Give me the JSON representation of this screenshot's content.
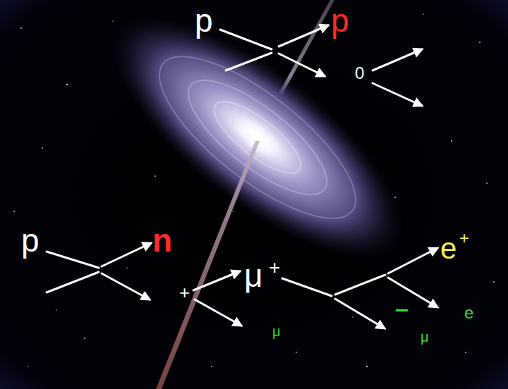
{
  "diagram": {
    "labels": [
      "p",
      "p",
      "0",
      "p",
      "n",
      "+",
      "μ",
      "+",
      "μ",
      "e",
      "+",
      "–",
      "e",
      "μ"
    ]
  }
}
